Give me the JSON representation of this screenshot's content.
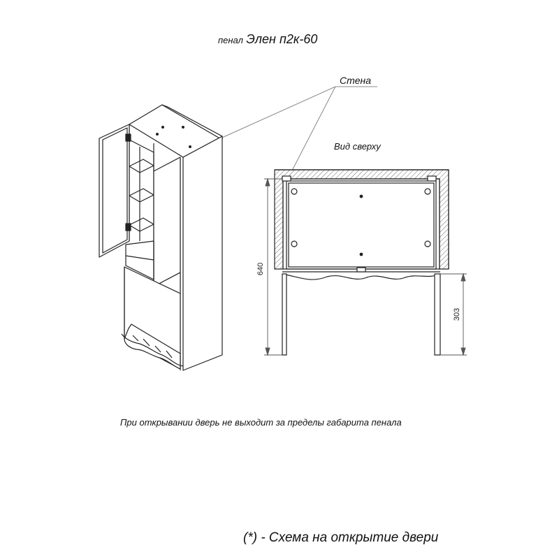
{
  "header": {
    "prefix": "пенал",
    "model": "Элен п2к-60"
  },
  "labels": {
    "wall": "Стена",
    "top_view": "Вид сверху",
    "depth_dim": "640",
    "door_dim": "303"
  },
  "note": "При открывании дверь не выходит за пределы габарита пенала",
  "footnote": "(*) - Схема на открытие двери"
}
